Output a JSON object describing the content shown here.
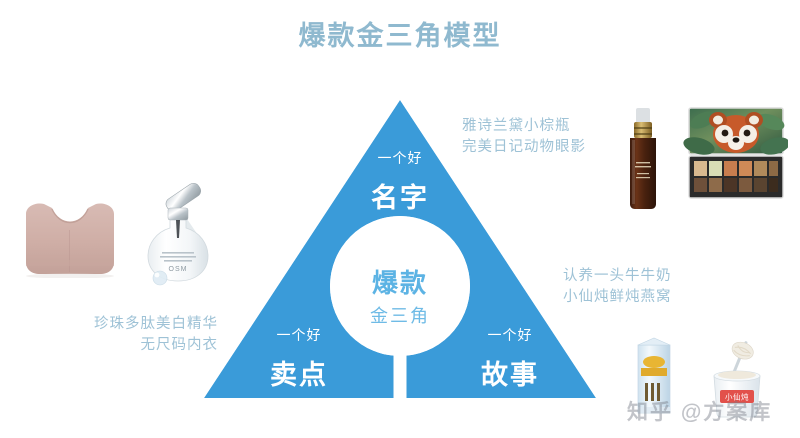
{
  "page": {
    "title": "爆款金三角模型",
    "background_color": "#ffffff",
    "title_color": "#8fb9cf",
    "accent_blue": "#3a9bd9",
    "caption_color": "#9ec2d6"
  },
  "diagram": {
    "type": "triangle-model",
    "core": {
      "main": "爆款",
      "sub": "金三角"
    },
    "segments": [
      {
        "id": "top",
        "prefix": "一个好",
        "label": "名字",
        "position": "apex"
      },
      {
        "id": "bottom-left",
        "prefix": "一个好",
        "label": "卖点",
        "position": "bottom-left"
      },
      {
        "id": "bottom-right",
        "prefix": "一个好",
        "label": "故事",
        "position": "bottom-right"
      }
    ]
  },
  "captions": {
    "left": {
      "line1": "珍珠多肽美白精华",
      "line2": "无尺码内衣"
    },
    "top_right": {
      "line1": "雅诗兰黛小棕瓶",
      "line2": "完美日记动物眼影"
    },
    "middle_right": {
      "line1": "认养一头牛牛奶",
      "line2": "小仙炖鲜炖燕窝"
    }
  },
  "products": [
    {
      "id": "bra",
      "name": "seamless-bra-photo",
      "side": "left"
    },
    {
      "id": "serum-white",
      "name": "white-serum-bottle-photo",
      "side": "left"
    },
    {
      "id": "el-bottle",
      "name": "estee-lauder-serum-photo",
      "side": "top-right"
    },
    {
      "id": "palette",
      "name": "red-panda-eyeshadow-palette-photo",
      "side": "top-right"
    },
    {
      "id": "milk",
      "name": "milk-carton-photo",
      "side": "bottom-right"
    },
    {
      "id": "nest",
      "name": "birds-nest-jar-photo",
      "side": "bottom-right"
    }
  ],
  "watermark": {
    "text": "知乎 @方案库"
  }
}
